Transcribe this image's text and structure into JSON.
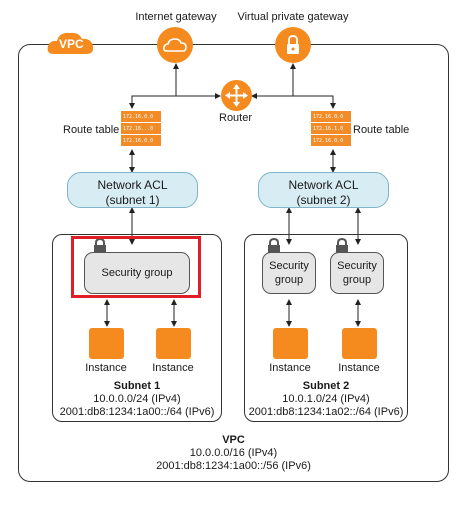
{
  "vpc": {
    "badge": "VPC",
    "footer_title": "VPC",
    "footer_ipv4": "10.0.0.0/16 (IPv4)",
    "footer_ipv6": "2001:db8:1234:1a00::/56 (IPv6)"
  },
  "gateways": {
    "internet": "Internet gateway",
    "vpn": "Virtual private gateway"
  },
  "router": {
    "label": "Router"
  },
  "route_tables": {
    "label": "Route table",
    "left_rows": [
      "172.16.0.0",
      "172.16...0",
      "172.16.0.0"
    ],
    "right_rows": [
      "172.16.0.0",
      "172.16.1.0",
      "172.16.0.0"
    ]
  },
  "subnet1": {
    "acl_line1": "Network ACL",
    "acl_line2": "(subnet 1)",
    "security_group": "Security group",
    "instance_label": "Instance",
    "title": "Subnet 1",
    "ipv4": "10.0.0.0/24 (IPv4)",
    "ipv6": "2001:db8:1234:1a00::/64 (IPv6)"
  },
  "subnet2": {
    "acl_line1": "Network ACL",
    "acl_line2": "(subnet 2)",
    "security_group_line1": "Security",
    "security_group_line2": "group",
    "instance_label": "Instance",
    "title": "Subnet 2",
    "ipv4": "10.0.1.0/24 (IPv4)",
    "ipv6": "2001:db8:1234:1a02::/64 (IPv6)"
  },
  "colors": {
    "accent_orange": "#f58b1f",
    "acl_fill": "#d7ecf3",
    "highlight_red": "#e01e26"
  }
}
